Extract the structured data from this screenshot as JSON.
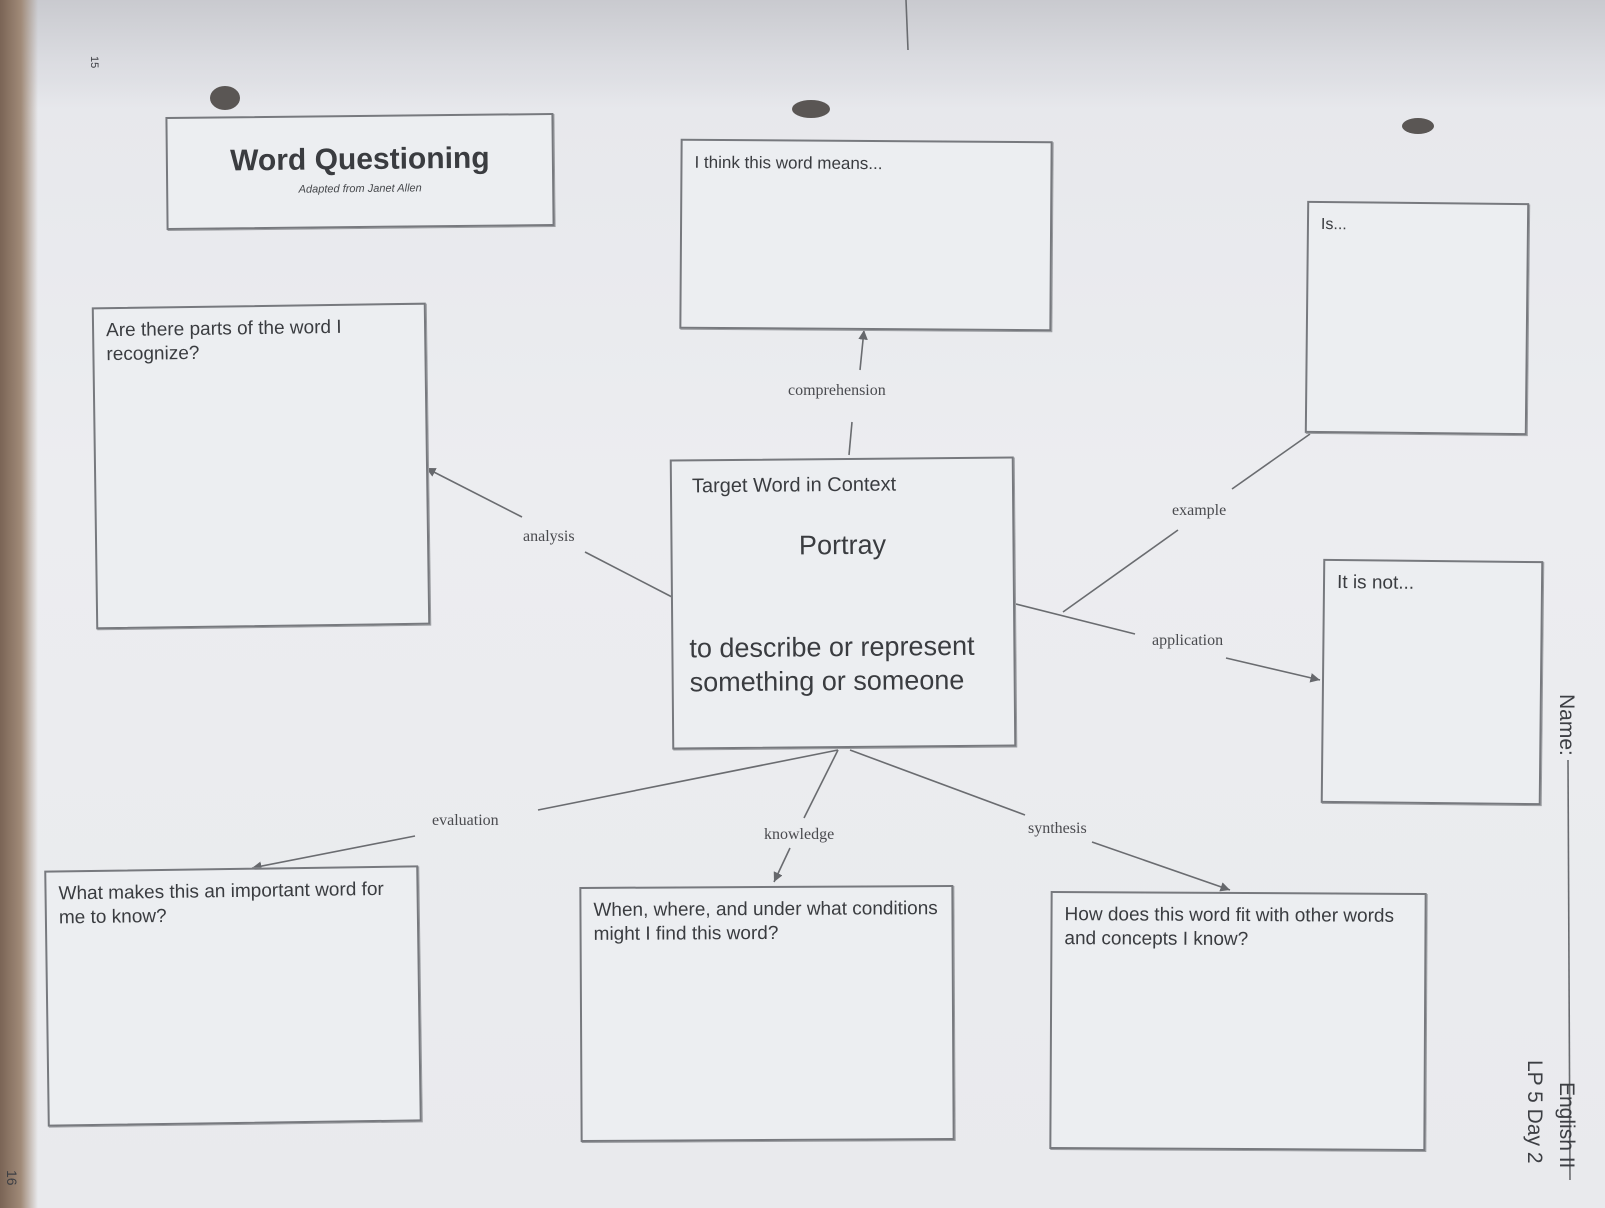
{
  "header": {
    "title": "Word Questioning",
    "subtitle": "Adapted from Janet Allen"
  },
  "boxes": {
    "think_means": "I think this word means...",
    "is": "Is...",
    "parts": "Are there parts of the word I recognize?",
    "target_label": "Target Word in Context",
    "target_word": "Portray",
    "definition": "to describe or represent something or someone",
    "is_not": "It is not...",
    "important": "What makes this an important word for me to know?",
    "when_where": "When, where, and under what conditions might I find this word?",
    "fit": "How does this word fit with other words and concepts I know?"
  },
  "connectors": {
    "comprehension": "comprehension",
    "analysis": "analysis",
    "example": "example",
    "application": "application",
    "evaluation": "evaluation",
    "knowledge": "knowledge",
    "synthesis": "synthesis"
  },
  "margin": {
    "name_label": "Name:",
    "course": "English II",
    "lesson": "LP 5 Day 2",
    "page_number": "16",
    "top_mark": "15"
  }
}
